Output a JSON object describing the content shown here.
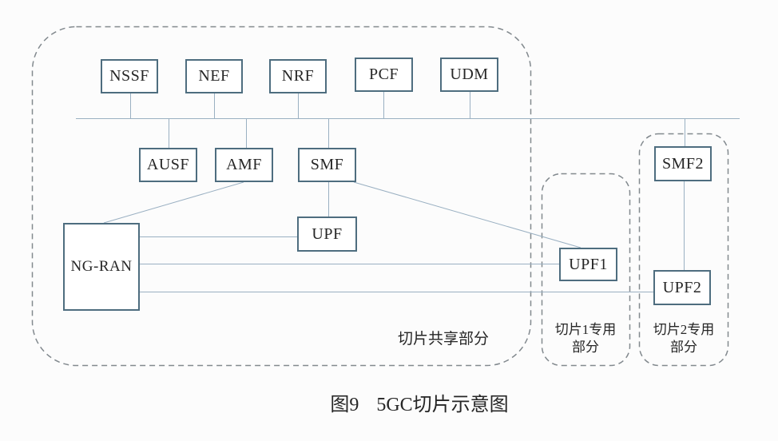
{
  "diagram": {
    "caption": {
      "figure_no": "图9",
      "title": "5GC切片示意图"
    },
    "nodes": {
      "nssf": {
        "label": "NSSF"
      },
      "nef": {
        "label": "NEF"
      },
      "nrf": {
        "label": "NRF"
      },
      "pcf": {
        "label": "PCF"
      },
      "udm": {
        "label": "UDM"
      },
      "ausf": {
        "label": "AUSF"
      },
      "amf": {
        "label": "AMF"
      },
      "smf": {
        "label": "SMF"
      },
      "upf": {
        "label": "UPF"
      },
      "ngran": {
        "label": "NG-RAN"
      },
      "upf1": {
        "label": "UPF1"
      },
      "smf2": {
        "label": "SMF2"
      },
      "upf2": {
        "label": "UPF2"
      }
    },
    "regions": {
      "shared": {
        "label": "切片共享部分"
      },
      "slice1": {
        "label_line1": "切片1专用",
        "label_line2": "部分"
      },
      "slice2": {
        "label_line1": "切片2专用",
        "label_line2": "部分"
      }
    },
    "edges": [
      {
        "from": "NSSF",
        "to": "service-bus"
      },
      {
        "from": "NEF",
        "to": "service-bus"
      },
      {
        "from": "NRF",
        "to": "service-bus"
      },
      {
        "from": "PCF",
        "to": "service-bus"
      },
      {
        "from": "UDM",
        "to": "service-bus"
      },
      {
        "from": "AUSF",
        "to": "service-bus"
      },
      {
        "from": "AMF",
        "to": "service-bus"
      },
      {
        "from": "SMF",
        "to": "service-bus"
      },
      {
        "from": "SMF2",
        "to": "service-bus"
      },
      {
        "from": "AMF",
        "to": "NG-RAN"
      },
      {
        "from": "SMF",
        "to": "UPF"
      },
      {
        "from": "SMF",
        "to": "UPF1"
      },
      {
        "from": "NG-RAN",
        "to": "UPF"
      },
      {
        "from": "NG-RAN",
        "to": "UPF1"
      },
      {
        "from": "NG-RAN",
        "to": "UPF2"
      },
      {
        "from": "SMF2",
        "to": "UPF2"
      }
    ],
    "colors": {
      "box_border": "#4e6d7f",
      "connector": "#9ab0c2",
      "dash_border": "#82898e",
      "text": "#262626",
      "background": "#fcfcfc"
    }
  }
}
